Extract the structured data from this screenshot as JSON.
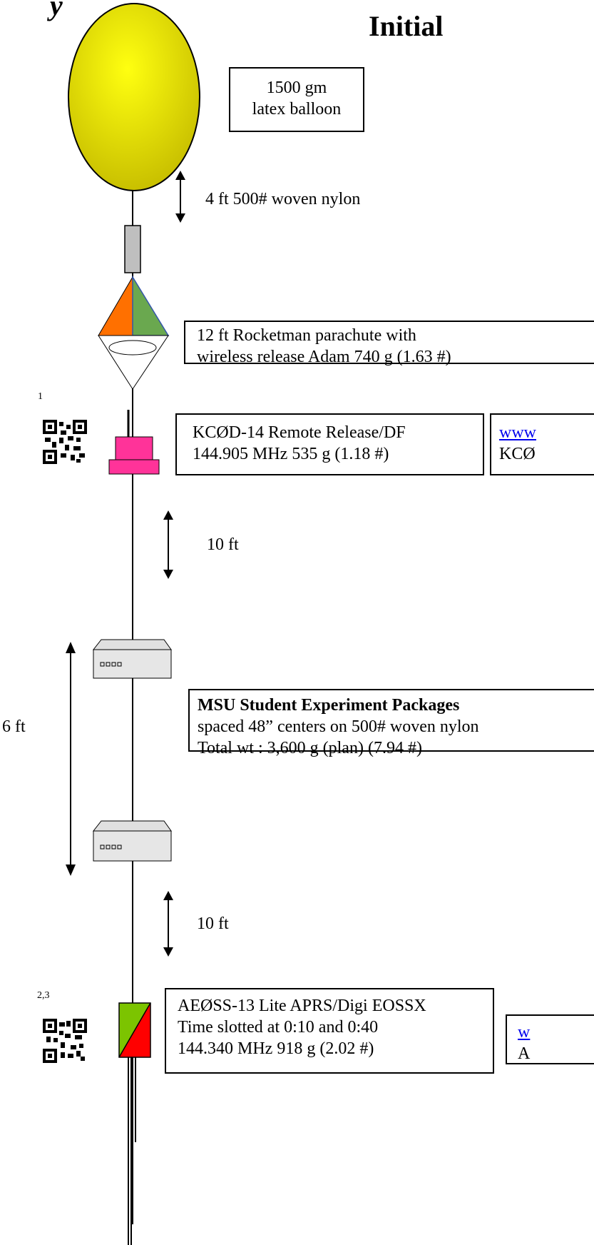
{
  "header": {
    "title": "Initial",
    "title_partial": "y"
  },
  "balloon": {
    "label_line1": "1500 gm",
    "label_line2": "latex balloon",
    "color": "#e8e000"
  },
  "tether1": {
    "label": "4 ft 500# woven nylon"
  },
  "parachute": {
    "label_line1": "12 ft Rocketman parachute with",
    "label_line2": "wireless release Adam 740 g (1.63 #)",
    "colors": [
      "#ff7000",
      "#6aa84f"
    ]
  },
  "release": {
    "footnote": "1",
    "label_line1": "KCØD-14 Remote Release/DF",
    "label_line2": "144.905 MHz  535 g (1.18 #)",
    "side_link": "www",
    "side_text": "KCØ",
    "color": "#ff3399"
  },
  "spacing1": {
    "label": "10 ft"
  },
  "experiments": {
    "title": "MSU Student Experiment Packages",
    "line2": "spaced 48” centers on 500# woven nylon",
    "line3": "Total wt : 3,600 g (plan) (7.94 #)",
    "span_label": "6 ft"
  },
  "spacing2": {
    "label": "10 ft"
  },
  "tracker": {
    "footnote": "2,3",
    "label_line1": "AEØSS-13 Lite APRS/Digi  EOSSX",
    "label_line2": "Time slotted at 0:10 and 0:40",
    "label_line3": "144.340 MHz   918 g (2.02 #)",
    "side_link": "w",
    "side_text": "A",
    "colors": [
      "#7cc400",
      "#ff0000"
    ]
  }
}
